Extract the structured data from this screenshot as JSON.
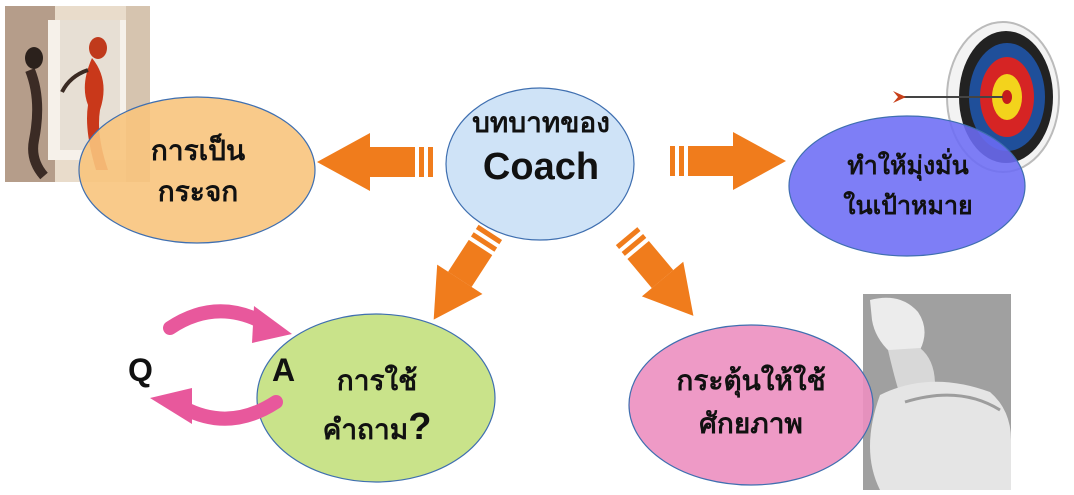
{
  "center": {
    "line1": "บทบาทของ",
    "line2": "Coach",
    "fill": "#cfe3f7"
  },
  "mirror": {
    "line1": "การเป็น",
    "line2": "กระจก",
    "fill": "#f8c47d"
  },
  "focus": {
    "line1": "ทำให้มุ่งมั่น",
    "line2": "ในเป้าหมาย",
    "fill": "#6c6cf5"
  },
  "questions": {
    "line1": "การใช้",
    "line2": "คำถาม",
    "mark": "?",
    "fill": "#c9e38a"
  },
  "potential": {
    "line1": "กระตุ้นให้ใช้",
    "line2": "ศักยภาพ",
    "fill": "#ec8fc0"
  },
  "qa_cycle": {
    "q": "Q",
    "a": "A",
    "arrow_color": "#e8589c"
  },
  "arrow_color": "#f07c1c",
  "icons": {
    "top_left_image": "dancing-figure-art",
    "top_right_image": "archery-target-with-arrow",
    "bottom_right_image": "flexed-arm-muscle"
  }
}
